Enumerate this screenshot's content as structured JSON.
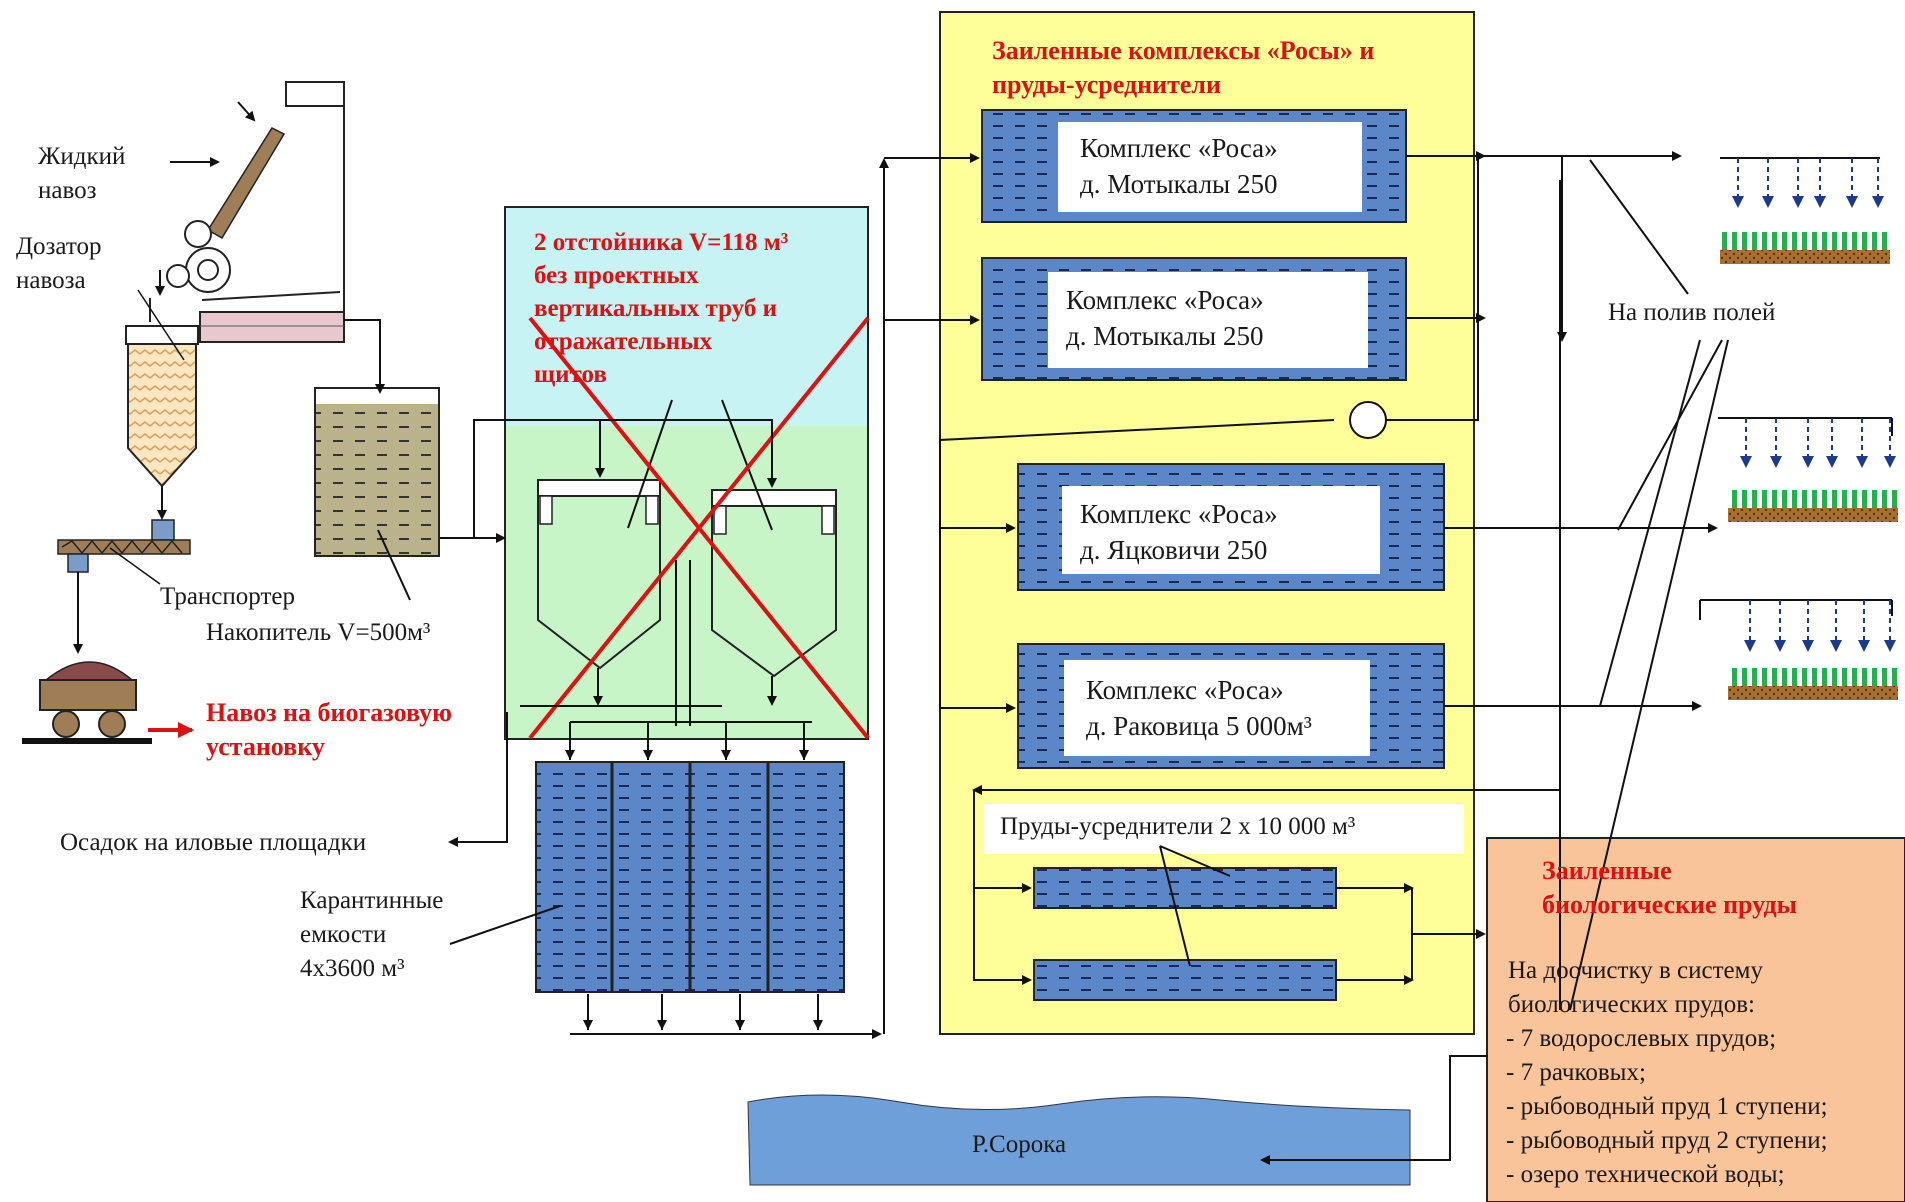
{
  "colors": {
    "yellow_panel": "#ffff99",
    "pond_blue": "#5b87c9",
    "green_panel": "#c8f5c8",
    "cyan_panel": "#c7f3f5",
    "orange_panel": "#f9c49a",
    "river": "#6f9fd8",
    "red": "#e01010"
  },
  "labels": {
    "liquid_manure": "Жидкий\nнавоз",
    "dosing_unit": "Дозатор\nнавоза",
    "transporter": "Транспортер",
    "accumulator": "Накопитель V=500м³",
    "to_biogas": "Навоз на биогазовую\nустановку",
    "sludge": "Осадок на иловые площадки",
    "quarantine": "Карантинные\nемкости\n4х3600 м³",
    "settlers": "2 отстойника V=118 м³\nбез проектных\nвертикальных труб и\nотражательных\nщитов",
    "yellow_title": "Заиленные комплексы «Росы» и\nпруды-усреднители",
    "irrigation": "На полив полей",
    "averaging_ponds": "Пруды-усреднители 2 х 10 000 м³",
    "river": "Р.Сорока"
  },
  "complexes": [
    "Комплекс «Роса»\nд. Мотыкалы 250",
    "Комплекс «Роса»\nд. Мотыкалы  250",
    "Комплекс «Роса»\nд. Яцковичи 250",
    "Комплекс «Роса»\nд. Раковица 5 000м³"
  ],
  "bio_ponds": {
    "title": "Заиленные\nбиологические пруды",
    "intro": "На доочистку в систему\nбиологических прудов:",
    "items": [
      "- 7 водорослевых прудов;",
      "- 7 рачковых;",
      "- рыбоводный пруд  1 ступени;",
      "- рыбоводный пруд  2 ступени;",
      "- озеро технической воды;"
    ]
  }
}
